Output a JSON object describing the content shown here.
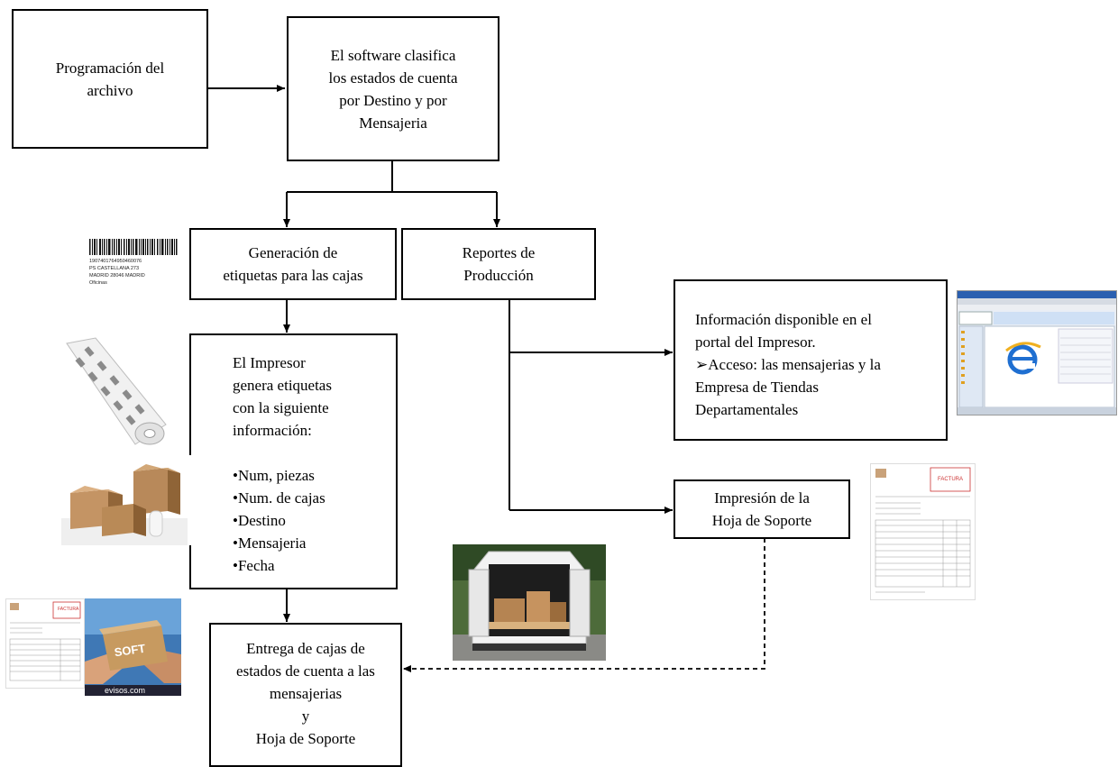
{
  "boxes": {
    "programacion": {
      "lines": [
        "Programación del",
        "archivo"
      ]
    },
    "software": {
      "lines": [
        "El software clasifica",
        "los estados de cuenta",
        "por Destino y por",
        "Mensajeria"
      ]
    },
    "generacion": {
      "lines": [
        "Generación de",
        "etiquetas para las cajas"
      ]
    },
    "reportes": {
      "lines": [
        "Reportes de",
        "Producción"
      ]
    },
    "informacion": {
      "lines": [
        "Información disponible en el",
        "portal del Impresor.",
        "➢Acceso: las mensajerias y la",
        "Empresa de Tiendas",
        "Departamentales"
      ]
    },
    "impresor": {
      "lines": [
        "El Impresor",
        "genera etiquetas",
        "con la siguiente",
        "información:"
      ],
      "bullets": [
        "•Num, piezas",
        "•Num. de cajas",
        "•Destino",
        "•Mensajeria",
        "•Fecha"
      ]
    },
    "hoja": {
      "lines": [
        "Impresión de la",
        "Hoja de Soporte"
      ]
    },
    "entrega": {
      "lines": [
        "Entrega de cajas de",
        "estados de cuenta a las",
        "mensajerias",
        "y",
        "Hoja de Soporte"
      ]
    }
  },
  "images": {
    "barcode_label": {
      "lines": [
        "1907401764950460076",
        "PS CASTELLANA 273",
        "MADRID 28046 MADRID",
        "Oficinas"
      ]
    },
    "handshake_box_text": "SOFT",
    "handshake_site": "evisos.com",
    "invoice_header": "FACTURA"
  },
  "colors": {
    "ie_blue": "#1f6fd1",
    "invoice_red": "#cc3333",
    "van_white": "#f2f2f2"
  }
}
